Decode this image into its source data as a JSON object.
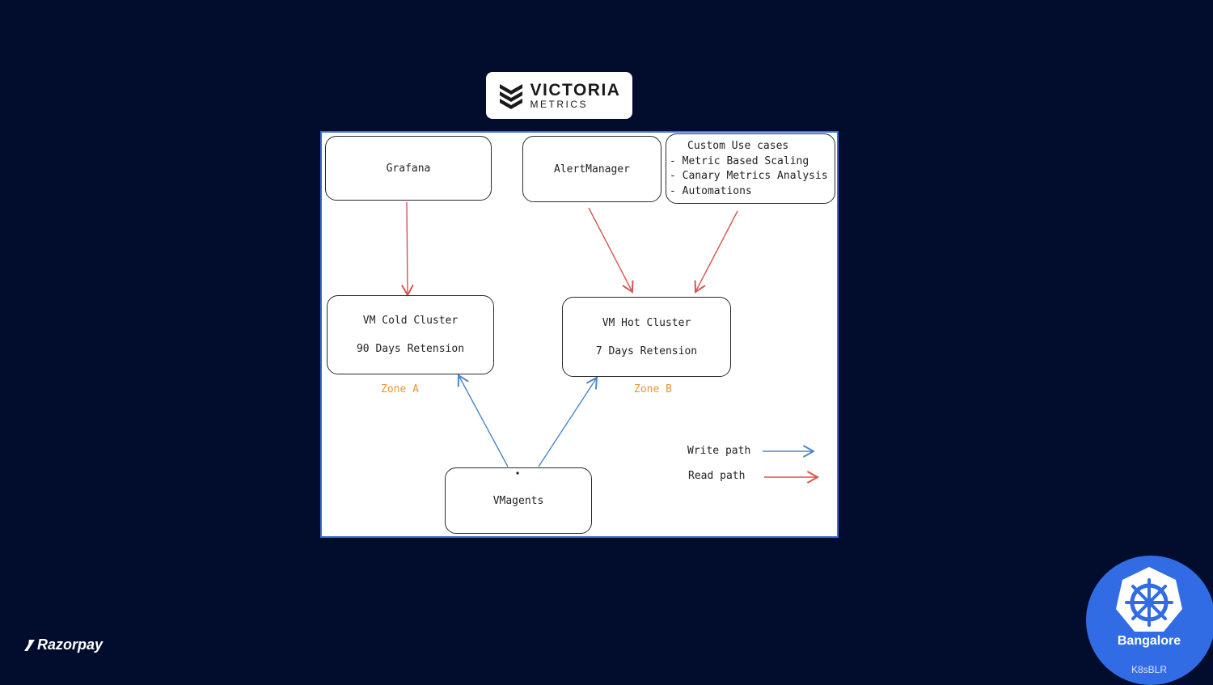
{
  "logo": {
    "main": "VICTORIA",
    "sub": "METRICS",
    "icon": "victoriametrics-chevrons-icon"
  },
  "diagram": {
    "grafana": "Grafana",
    "alertmanager": "AlertManager",
    "custom": {
      "title": "Custom Use cases",
      "items": [
        "- Metric Based Scaling",
        "- Canary Metrics Analysis",
        "- Automations"
      ]
    },
    "cold": {
      "title": "VM Cold Cluster",
      "retention": "90 Days Retension"
    },
    "hot": {
      "title": "VM Hot Cluster",
      "retention": "7 Days Retension"
    },
    "zone_a": "Zone A",
    "zone_b": "Zone B",
    "vmagents": "VMagents",
    "legend": {
      "write": "Write path",
      "read": "Read path"
    },
    "colors": {
      "write": "#4a86c8",
      "read": "#d9534f",
      "zone": "#e8962e"
    }
  },
  "footer": {
    "brand": "Razorpay"
  },
  "badge": {
    "title": "Bangalore",
    "subtitle": "K8sBLR",
    "icon": "kubernetes-helm-icon"
  }
}
